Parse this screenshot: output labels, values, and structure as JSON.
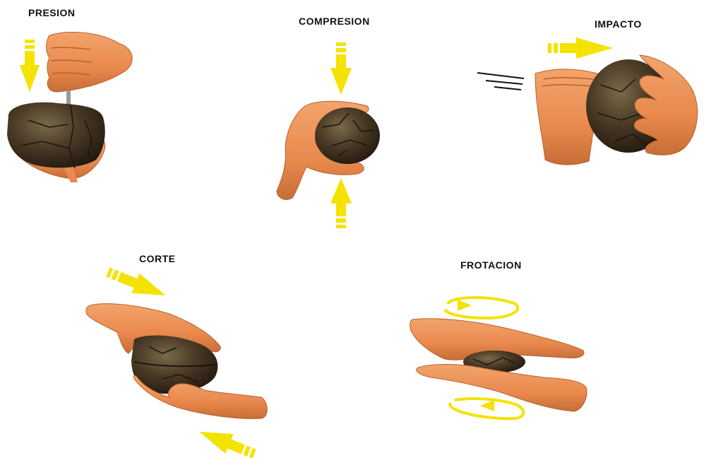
{
  "diagram": {
    "panels": [
      {
        "id": "presion",
        "label": "PRESION",
        "icon": "pressure-hands-rock"
      },
      {
        "id": "compresion",
        "label": "COMPRESION",
        "icon": "compression-hand-rock"
      },
      {
        "id": "impacto",
        "label": "IMPACTO",
        "icon": "impact-fist-rock"
      },
      {
        "id": "corte",
        "label": "CORTE",
        "icon": "shear-hands-rock"
      },
      {
        "id": "frotacion",
        "label": "FROTACION",
        "icon": "friction-hands-rock"
      }
    ]
  },
  "colors": {
    "arrow": "#f4e200",
    "skin": "#e9894d",
    "skin_shadow": "#b8612d",
    "rock": "#4a3a26",
    "rock_crack": "#1c150d",
    "text": "#111111"
  }
}
